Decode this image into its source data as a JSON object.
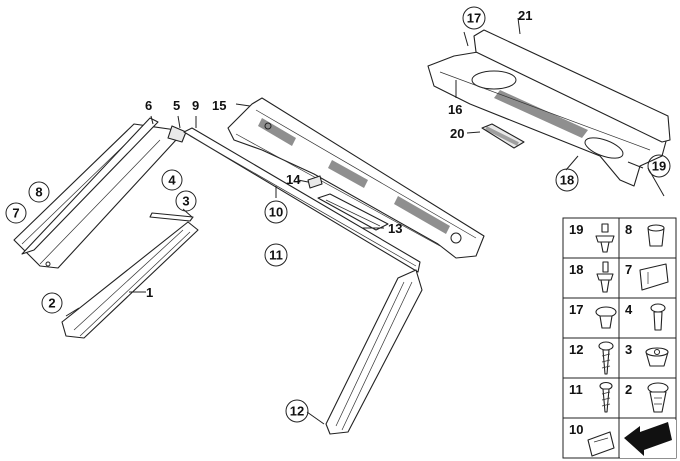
{
  "diagram": {
    "callouts": {
      "c1": "1",
      "c2": "2",
      "c3": "3",
      "c4": "4",
      "c5": "5",
      "c6": "6",
      "c7": "7",
      "c8": "8",
      "c9": "9",
      "c10": "10",
      "c11": "11",
      "c12": "12",
      "c13": "13",
      "c14": "14",
      "c15": "15",
      "c16": "16",
      "c17": "17",
      "c18": "18",
      "c19": "19",
      "c20": "20",
      "c21": "21"
    },
    "legend": {
      "r19": "19",
      "r8": "8",
      "r18": "18",
      "r7": "7",
      "r17": "17",
      "r4": "4",
      "r12": "12",
      "r3": "3",
      "r11": "11",
      "r2": "2",
      "r10": "10"
    }
  }
}
